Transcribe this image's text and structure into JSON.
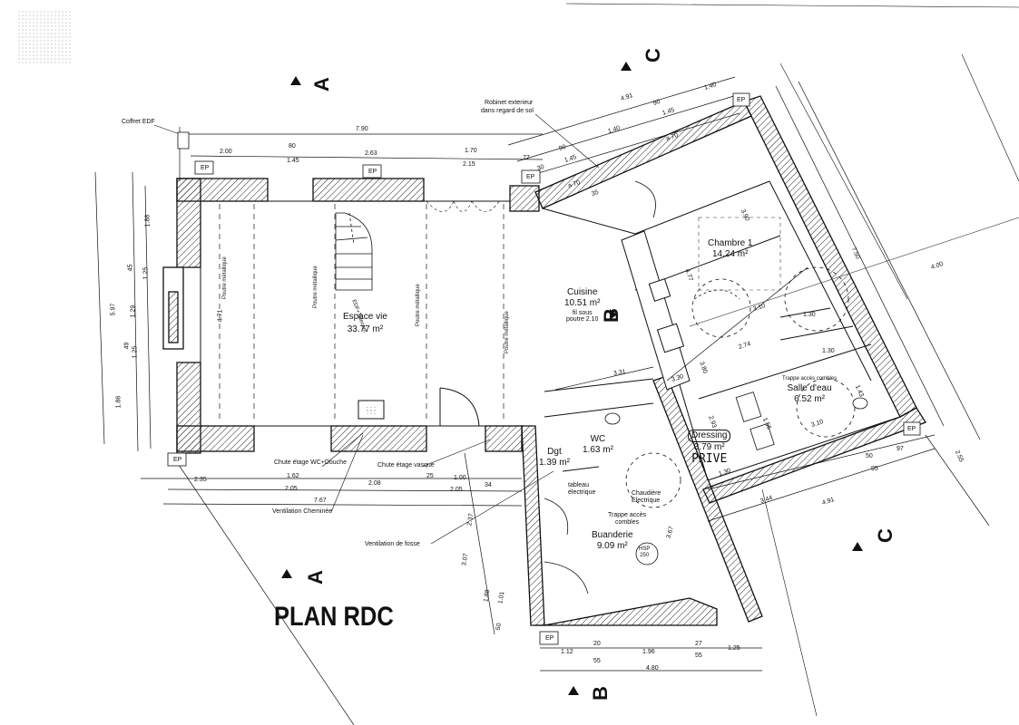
{
  "title": "PLAN RDC",
  "sections": {
    "a": "A",
    "b": "B",
    "c": "C"
  },
  "rooms": {
    "espace_vie": {
      "name": "Espace vie",
      "area": "33.77 m²"
    },
    "cuisine": {
      "name": "Cuisine",
      "area": "10.51 m²",
      "note1": "fil sous",
      "note2": "poutre 2.10"
    },
    "chambre": {
      "name": "Chambre 1",
      "area": "14.24 m²"
    },
    "salle_eau": {
      "name": "Salle d'eau",
      "area": "6.52 m²",
      "note": "Trappe accès combles"
    },
    "wc": {
      "name": "WC",
      "area": "1.63 m²"
    },
    "dgt": {
      "name": "Dgt",
      "area": "1.39 m²"
    },
    "dressing": {
      "name": "Dressing",
      "area": "3.79 m²",
      "hand": "PRIVE"
    },
    "buanderie": {
      "name": "Buanderie",
      "area": "9.09 m²"
    }
  },
  "annotations": {
    "coffret_edf": "Coffret EDF",
    "robinet_1": "Robinet exterieur",
    "robinet_2": "dans regard de sol",
    "chute_wc": "Chute étage WC+Douche",
    "chute_vasque": "Chute étage vasque",
    "ventil_cheminee": "Ventilation Cheminée",
    "ventil_fosse": "Ventilation de fosse",
    "tableau_1": "tableau",
    "tableau_2": "électrique",
    "chaudiere_1": "Chaudière",
    "chaudiere_2": "Electrique",
    "trappe_1": "Trappe accès",
    "trappe_2": "combles",
    "hsp": "HSP",
    "hsp_val": "250",
    "edf_telecom": "EDF+Telecom",
    "poutre": "Poutre métallique"
  },
  "dimensions": {
    "top_total": "7.90",
    "top_2_00": "2.00",
    "top_80": "80",
    "top_1_45": "1.45",
    "top_2_63": "2.63",
    "top_1_70": "1.70",
    "top_2_15": "2.15",
    "top_77": "77",
    "left_1_88": "1.88",
    "left_45": "45",
    "left_1_25a": "1.25",
    "left_1_29": "1.29",
    "left_5_97": "5.97",
    "left_49": "49",
    "left_1_25b": "1.25",
    "left_1_86": "1.86",
    "inner_4_71": "4.71",
    "bot_2_35": "2.35",
    "bot_1_62": "1.62",
    "bot_2_05a": "2.05",
    "bot_2_08": "2.08",
    "bot_1_00": "1.00",
    "bot_2_05b": "2.05",
    "bot_25": "25",
    "bot_34": "34",
    "bot_7_67": "7.67",
    "buan_2_37": "2.37",
    "buan_3_07": "3.07",
    "buan_1_88": "1.88",
    "buan_1_01": "1.01",
    "buan_50": "50",
    "buan_3_67": "3.67",
    "base_1_12": "1.12",
    "base_20": "20",
    "base_55a": "55",
    "base_1_96": "1.96",
    "base_27": "27",
    "base_55b": "55",
    "base_1_25": "1.25",
    "base_4_80": "4.80",
    "diag_4_91a": "4.91",
    "diag_90a": "90",
    "diag_1_40a": "1.40",
    "diag_90b": "90",
    "diag_1_40b": "1.40",
    "diag_1_45a": "1.45",
    "diag_1_45b": "1.45",
    "diag_a70a": "a 70",
    "diag_a70b": "a 70",
    "diag_35": "35",
    "diag_30": "30",
    "right_7_50": "7.50",
    "right_4_00": "4.00",
    "right_2_55": "2.55",
    "right_3_90": "3.90",
    "right_4_77": "4.77",
    "right_3_10a": "3.10",
    "right_1_30a": "1.30",
    "right_2_74": "2.74",
    "right_1_30b": "1.30",
    "right_3_30": "3.30",
    "right_3_31": "3.31",
    "right_3_10b": "3.10",
    "right_2_93": "2.93",
    "right_1_30c": "1.30",
    "right_1_56": "1.56",
    "right_50": "50",
    "right_97": "97",
    "right_95": "95",
    "right_3_44": "3.44",
    "right_4_91": "4.91",
    "right_3_80": "3.80",
    "right_1_43": "1.43"
  },
  "ep_label": "EP"
}
